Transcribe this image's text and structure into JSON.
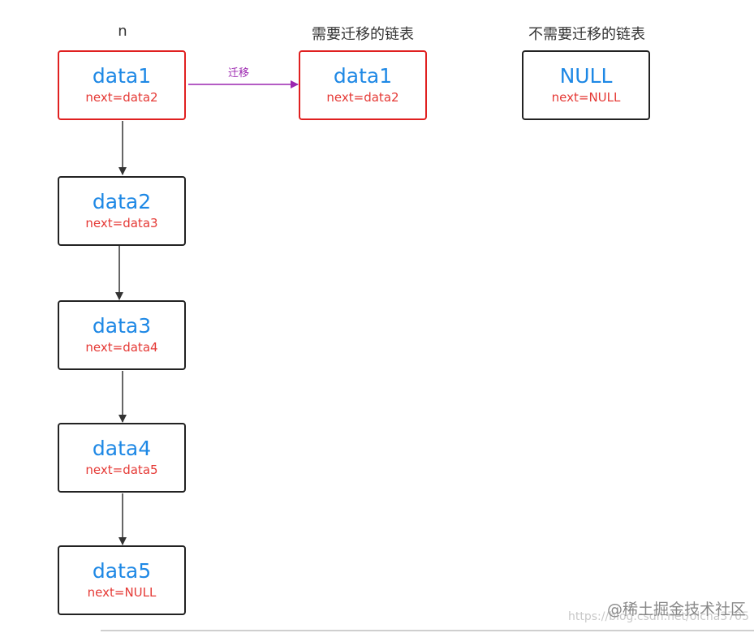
{
  "labels": {
    "col1": "n",
    "col2": "需要迁移的链表",
    "col3": "不需要迁移的链表"
  },
  "edge_label": "迁移",
  "nodes": {
    "n1": {
      "data": "data1",
      "next": "next=data2"
    },
    "n2": {
      "data": "data2",
      "next": "next=data3"
    },
    "n3": {
      "data": "data3",
      "next": "next=data4"
    },
    "n4": {
      "data": "data4",
      "next": "next=data5"
    },
    "n5": {
      "data": "data5",
      "next": "next=NULL"
    },
    "m1": {
      "data": "data1",
      "next": "next=data2"
    },
    "u1": {
      "data": "NULL",
      "next": "next=NULL"
    }
  },
  "watermark": {
    "brand": "@稀土掘金技术社区",
    "url": "https://blog.csdn.net/olcha3705"
  },
  "colors": {
    "node_border": "#222222",
    "highlight_border": "#e02020",
    "data_text": "#1e88e5",
    "next_text": "#e53935",
    "migrate_arrow": "#9c27b0"
  }
}
